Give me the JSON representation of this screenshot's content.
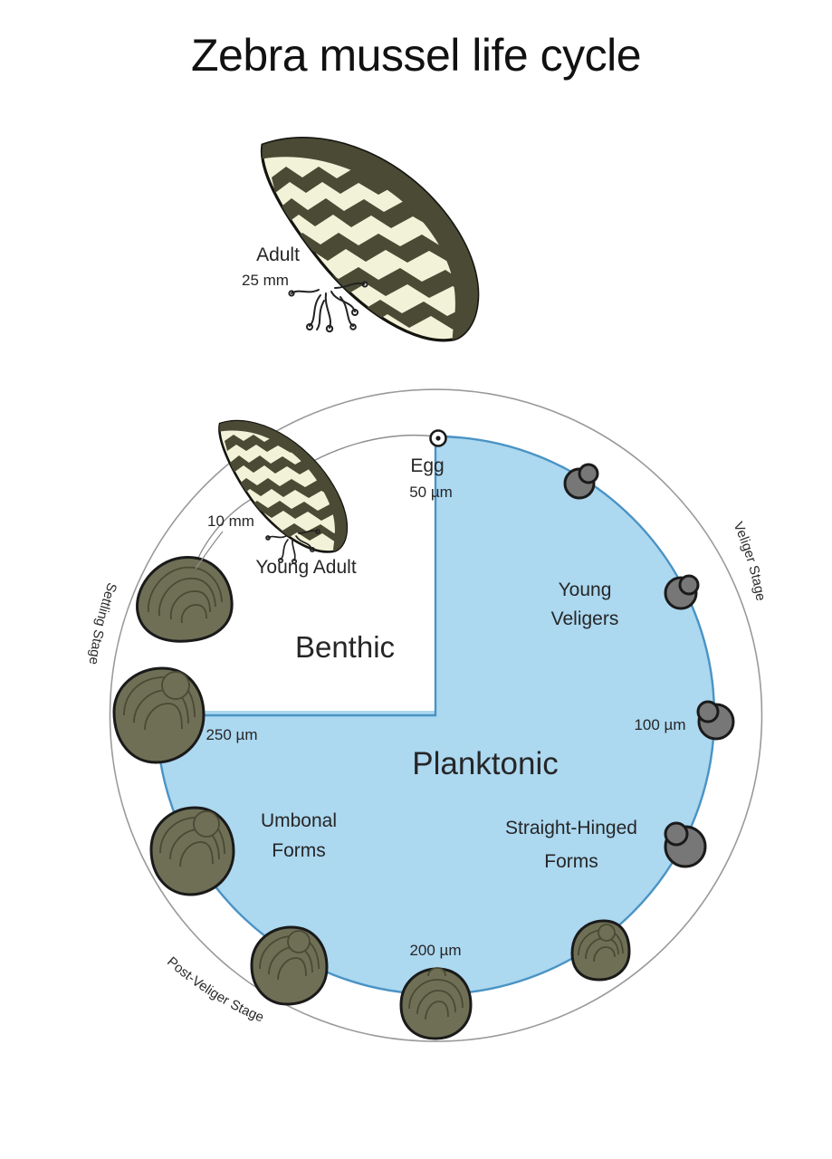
{
  "page": {
    "title": "Zebra mussel life cycle",
    "background_color": "#ffffff"
  },
  "colors": {
    "planktonic_fill": "#ACD8F0",
    "planktonic_stroke": "#4A93C4",
    "benthic_fill": "#ffffff",
    "outer_ring_stroke": "#9a9a9a",
    "shell_olive": "#6E6F55",
    "shell_olive_dark": "#4A4A35",
    "shell_cream": "#F2F2D8",
    "veliger_gray": "#777777",
    "outline": "#1a1a1a",
    "text": "#262626"
  },
  "diagram": {
    "type": "life-cycle-wheel",
    "adult_specimen": {
      "name_label": "Adult",
      "size_label": "25 mm"
    },
    "zones": [
      {
        "id": "benthic",
        "label": "Benthic",
        "fill": "#ffffff",
        "quadrant": "upper-left"
      },
      {
        "id": "planktonic",
        "label": "Planktonic",
        "fill": "#ACD8F0",
        "quadrant": "remaining-three-quarters"
      }
    ],
    "arc_stage_labels": [
      {
        "id": "veliger-stage",
        "label": "Veliger Stage",
        "position": "outer-right"
      },
      {
        "id": "post-veliger-stage",
        "label": "Post-Veliger Stage",
        "position": "outer-bottom-left"
      },
      {
        "id": "settling-stage",
        "label": "Settling Stage",
        "position": "outer-left"
      }
    ],
    "group_labels": [
      {
        "id": "young-veligers",
        "line1": "Young",
        "line2": "Veligers"
      },
      {
        "id": "straight-hinged-forms",
        "line1": "Straight-Hinged",
        "line2": "Forms"
      },
      {
        "id": "umbonal-forms",
        "line1": "Umbonal",
        "line2": "Forms"
      }
    ],
    "stages": [
      {
        "id": "egg",
        "label": "Egg",
        "size": "50 µm",
        "angle_deg": -90,
        "form": "dot"
      },
      {
        "id": "young-veliger-1",
        "label": "",
        "size": "",
        "angle_deg": -58,
        "form": "veliger"
      },
      {
        "id": "young-veliger-2",
        "label": "",
        "size": "",
        "angle_deg": -28,
        "form": "veliger"
      },
      {
        "id": "veliger-100um",
        "label": "",
        "size": "100 µm",
        "angle_deg": 0,
        "form": "veliger"
      },
      {
        "id": "straight-hinged-1",
        "label": "",
        "size": "",
        "angle_deg": 28,
        "form": "veliger"
      },
      {
        "id": "post-veliger-1",
        "label": "",
        "size": "",
        "angle_deg": 56,
        "form": "shell-small"
      },
      {
        "id": "post-veliger-200um",
        "label": "",
        "size": "200 µm",
        "angle_deg": 90,
        "form": "shell-small"
      },
      {
        "id": "post-veliger-2",
        "label": "",
        "size": "",
        "angle_deg": 124,
        "form": "shell-mid"
      },
      {
        "id": "umbonal-1",
        "label": "",
        "size": "",
        "angle_deg": 152,
        "form": "shell-mid"
      },
      {
        "id": "settling-250um",
        "label": "",
        "size": "250 µm",
        "angle_deg": 180,
        "form": "shell-large"
      },
      {
        "id": "settling-1",
        "label": "",
        "size": "",
        "angle_deg": 208,
        "form": "shell-large"
      },
      {
        "id": "young-adult",
        "label": "Young Adult",
        "size": "10 mm",
        "angle_deg": 238,
        "form": "striped-shell"
      }
    ]
  }
}
